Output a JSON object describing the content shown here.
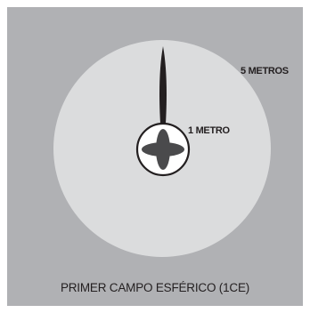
{
  "labels": {
    "five_meters": "5 METROS",
    "one_meter": "1 METRO"
  },
  "caption": "PRIMER CAMPO ESFÉRICO (1CE)",
  "colors": {
    "background": "#b0b1b4",
    "outer_field": "#dbdcdd",
    "inner_field": "#ffffff",
    "figure": "#4a4a4c",
    "spike": "#231f20"
  }
}
